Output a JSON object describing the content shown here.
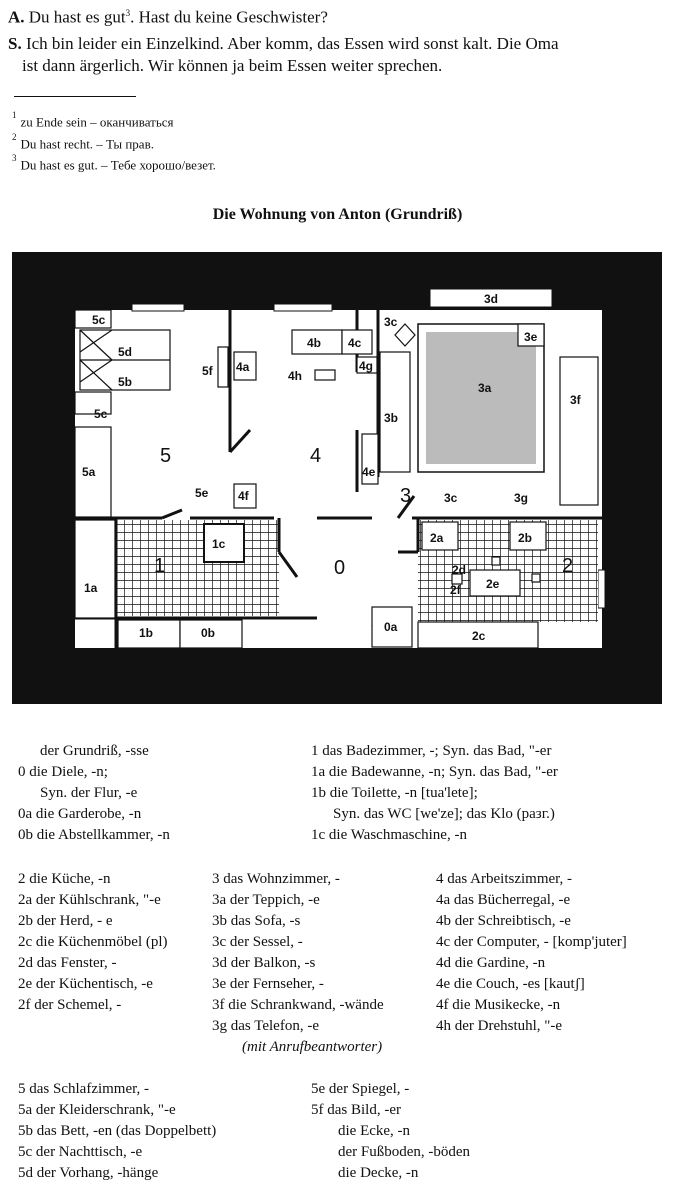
{
  "dialogue": {
    "line_a": {
      "speaker": "A.",
      "text": "Du hast es gut",
      "sup": "3",
      "rest": ". Hast du keine Geschwister?"
    },
    "line_s1": {
      "speaker": "S.",
      "text": "Ich bin leider ein Einzelkind. Aber komm, das Essen wird sonst kalt. Die Oma"
    },
    "line_s2": "ist dann ärgerlich. Wir können ja beim Essen weiter sprechen."
  },
  "footnotes": [
    {
      "n": "1",
      "text": "zu Ende sein – оканчиваться"
    },
    {
      "n": "2",
      "text": "Du hast recht. – Ты прав."
    },
    {
      "n": "3",
      "text": "Du hast es gut. – Тебе хорошо/везет."
    }
  ],
  "title": "Die Wohnung von Anton (Grundriß)",
  "plan_labels": {
    "r5": "5",
    "r4": "4",
    "r3": "3",
    "r2": "2",
    "r1": "1",
    "r0": "0",
    "l5c_top": "5c",
    "l5d": "5d",
    "l5b": "5b",
    "l5c_bot": "5c",
    "l5a": "5a",
    "l5f": "5f",
    "l4a": "4a",
    "l5e": "5e",
    "l4f": "4f",
    "l1c": "1c",
    "l1a": "1a",
    "l1b": "1b",
    "l0b": "0b",
    "l0a": "0a",
    "l4b": "4b",
    "l4c": "4c",
    "l4g": "4g",
    "l4h": "4h",
    "l3b": "3b",
    "l4e": "4e",
    "l3c_top": "3c",
    "l3d": "3d",
    "l3e": "3e",
    "l3a": "3a",
    "l3f": "3f",
    "l3c_bot": "3c",
    "l3g": "3g",
    "l2a": "2a",
    "l2b": "2b",
    "l2d": "2d",
    "l2e": "2e",
    "l2f": "2f",
    "l2c": "2c"
  },
  "vocab": {
    "left1": [
      "der Grundriß, -sse",
      "0  die Diele, -n;",
      "Syn. der Flur, -e",
      "0a die Garderobe, -n",
      "0b die Abstellkammer, -n"
    ],
    "right1": [
      "1 das Badezimmer, -; Syn. das Bad, \"-er",
      "1a die Badewanne, -n; Syn. das Bad, \"-er",
      "1b die Toilette, -n [tua'lete];",
      "Syn. das WC [we'ze]; das Klo (разг.)",
      "1c die Waschmaschine, -n"
    ],
    "col1": [
      "2 die Küche, -n",
      "2a der Kühlschrank, \"-e",
      "2b der Herd, - e",
      "2c die Küchenmöbel (pl)",
      "2d das Fenster, -",
      "2e der Küchentisch, -e",
      "2f der Schemel, -"
    ],
    "col2": [
      "3 das Wohnzimmer, -",
      "3a der Teppich, -e",
      "3b das Sofa, -s",
      "3c der Sessel, -",
      "3d der Balkon, -s",
      "3e der Fernseher, -",
      "3f die Schrankwand, -wände",
      "3g das Telefon, -e",
      "(mit Anrufbeantworter)"
    ],
    "col3": [
      "4 das Arbeitszimmer, -",
      "4a das Bücherregal, -e",
      "4b der Schreibtisch, -e",
      "4c der Computer, - [komp'juter]",
      "4d die Gardine, -n",
      "4e die Couch, -es [kautʃ]",
      "4f die Musikecke, -n",
      "4h der Drehstuhl, \"-e"
    ],
    "left3": [
      "5 das Schlafzimmer, -",
      "5a der Kleiderschrank, \"-e",
      "5b das Bett, -en (das Doppelbett)",
      "5c der Nachttisch, -e",
      "5d der Vorhang, -hänge"
    ],
    "right3": [
      "5e der Spiegel, -",
      "5f das Bild, -er",
      "die Ecke, -n",
      "der Fußboden, -böden",
      "die Decke, -n"
    ]
  }
}
